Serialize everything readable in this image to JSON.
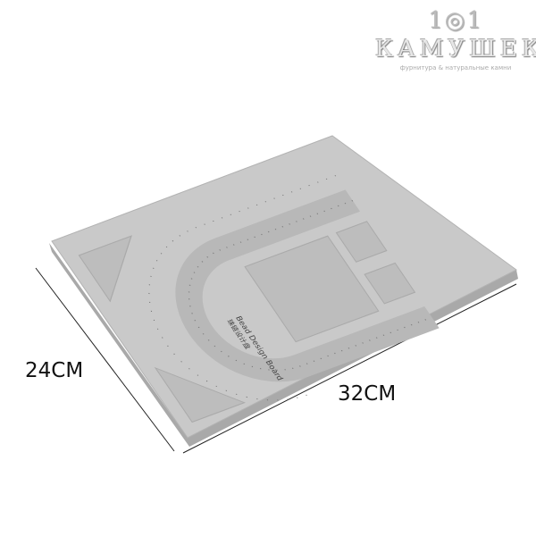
{
  "logo": {
    "mark": "1◎1",
    "name": "КАМУШЕК",
    "tagline": "фурнитура & натуральные камни"
  },
  "product": {
    "board_label": "Bead Design Board",
    "board_label_cn": "珠链设计盘",
    "color": "#c9c9c9"
  },
  "dimensions": {
    "width": "24CM",
    "length": "32CM"
  }
}
